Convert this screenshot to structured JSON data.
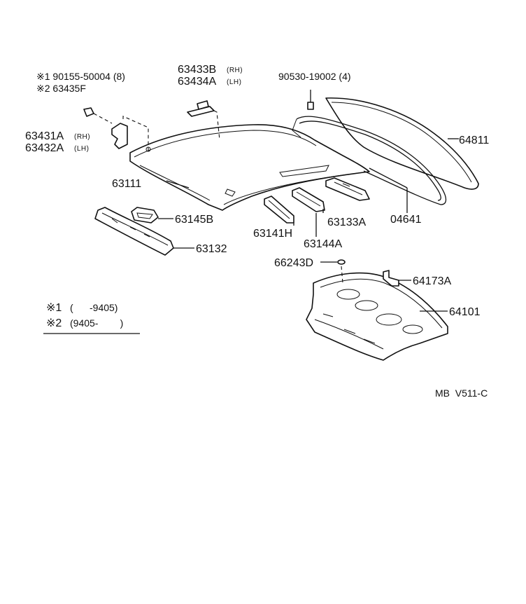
{
  "callouts": {
    "c_190155": "※1 90155-50004 (8)",
    "c_263435": "※2 63435F",
    "c_63433B": "63433B",
    "c_63433B_side": "(RH)",
    "c_63434A": "63434A",
    "c_63434A_side": "(LH)",
    "c_90530": "90530-19002 (4)",
    "c_63431A": "63431A",
    "c_63431A_side": "(RH)",
    "c_63432A": "63432A",
    "c_63432A_side": "(LH)",
    "c_64811": "64811",
    "c_63111": "63111",
    "c_04641": "04641",
    "c_63133A": "63133A",
    "c_63145B": "63145B",
    "c_63141H": "63141H",
    "c_63144A": "63144A",
    "c_63132": "63132",
    "c_66243D": "66243D",
    "c_64173A": "64173A",
    "c_64101": "64101"
  },
  "legend": {
    "row1_mark": "※1",
    "row1_range": "(      -9405)",
    "row2_mark": "※2",
    "row2_range": "(9405-        )"
  },
  "footer": {
    "code": "MB  V511-C"
  }
}
